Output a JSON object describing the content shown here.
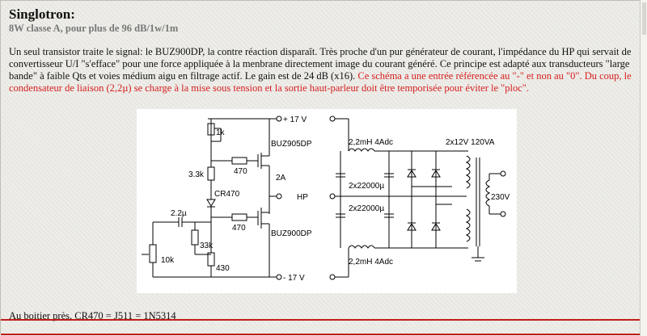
{
  "page": {
    "title": "Singlotron:",
    "subtitle": "8W classe A, pour plus de 96 dB/1w/1m",
    "paragraph_black": "Un seul transistor traite le signal: le BUZ900DP, la contre réaction disparaît. Très proche d'un pur générateur de courant, l'impédance du HP qui servait de convertisseur U/I \"s'efface\" pour une force appliquée à la menbrane directement image du courant généré. Ce principe est adapté aux transducteurs \"large bande\" à faible Qts et voies médium aigu en filtrage actif. Le gain est de 24 dB (x16).",
    "paragraph_red": "Ce schéma a une entrée référencée au \"-\" et non au \"0\". Du coup, le condensateur de liaison (2,2µ) se charge à la mise sous tension et la sortie haut-parleur doit être temporisée pour éviter le \"ploc\".",
    "footer": "Au boitier près, CR470 = J511 = 1N5314"
  },
  "schematic": {
    "labels": {
      "plus17": "+ 17 V",
      "minus17": "- 17 V",
      "r1k": "1k",
      "r470a": "470",
      "r470b": "470",
      "r33k_a": "3.3k",
      "r33k_b": "33k",
      "r10k": "10k",
      "r430": "430",
      "cr470": "CR470",
      "cap22u": "2.2µ",
      "q1": "BUZ905DP",
      "q2": "BUZ900DP",
      "amp2a": "2A",
      "hp": "HP",
      "l_top": "2,2mH 4Adc",
      "l_bot": "2,2mH 4Adc",
      "c_top": "2x22000µ",
      "c_bot": "2x22000µ",
      "transformer": "2x12V 120VA",
      "mains": "230V"
    }
  }
}
